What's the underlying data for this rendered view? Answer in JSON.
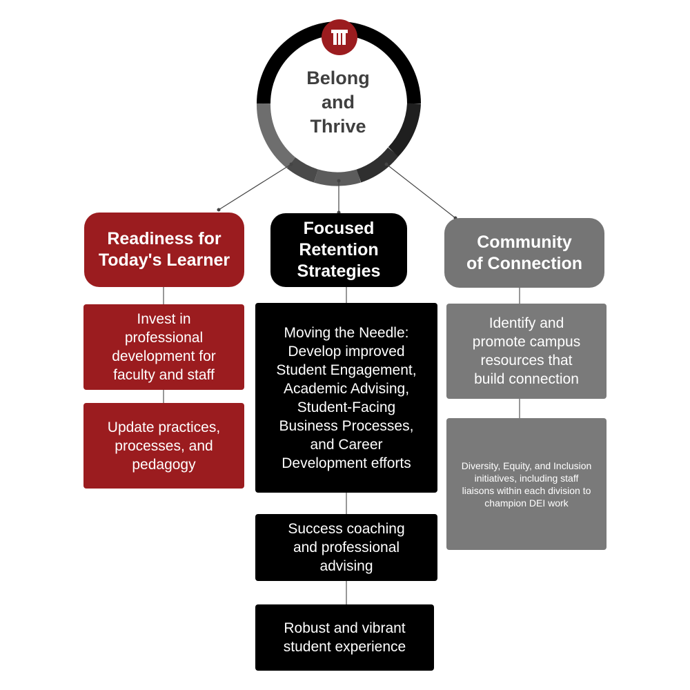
{
  "center": {
    "title": "Belong\nand\nThrive",
    "logo_icon": "university-monogram-icon"
  },
  "colors": {
    "red": "#9b1c1f",
    "black": "#000000",
    "gray": "#757575",
    "ring_dark": "#1a1a1a",
    "ring_mid": "#5a5a5a"
  },
  "columns": {
    "left": {
      "header": "Readiness for\nToday's Learner",
      "items": [
        "Invest in\nprofessional\ndevelopment for\nfaculty and staff",
        "Update practices,\nprocesses, and\npedagogy"
      ]
    },
    "middle": {
      "header": "Focused\nRetention\nStrategies",
      "items": [
        "Moving the Needle:\nDevelop improved\nStudent Engagement,\nAcademic Advising,\nStudent-Facing\nBusiness Processes,\nand Career\nDevelopment efforts",
        "Success coaching\nand professional\nadvising",
        "Robust and vibrant\nstudent experience"
      ]
    },
    "right": {
      "header": "Community\nof Connection",
      "items": [
        "Identify and\npromote campus\nresources that\nbuild connection",
        "Diversity, Equity, and Inclusion\ninitiatives, including staff\nliaisons within each division to\nchampion DEI work"
      ]
    }
  }
}
